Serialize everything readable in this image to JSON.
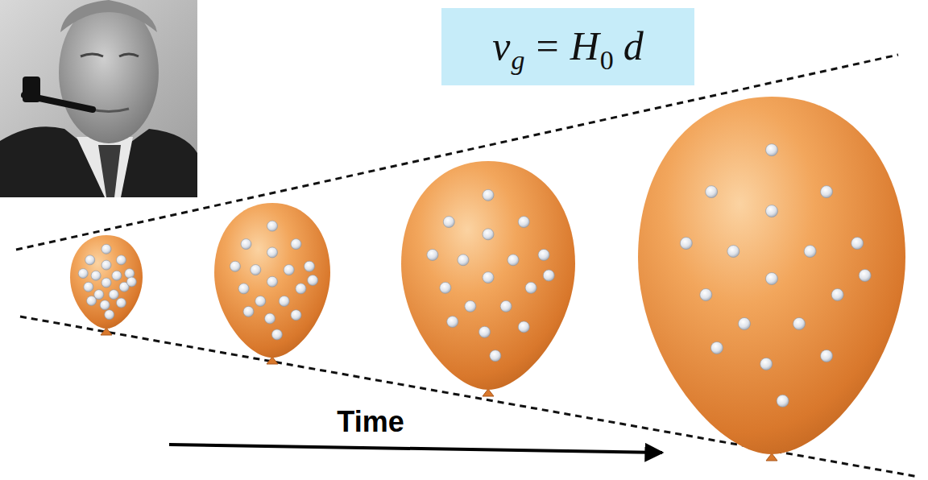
{
  "diagram": {
    "nodes": [
      {
        "text": [
          "v",
          "g",
          "=",
          "H",
          "0",
          "d"
        ]
      }
    ],
    "labels": [
      "Time"
    ]
  }
}
